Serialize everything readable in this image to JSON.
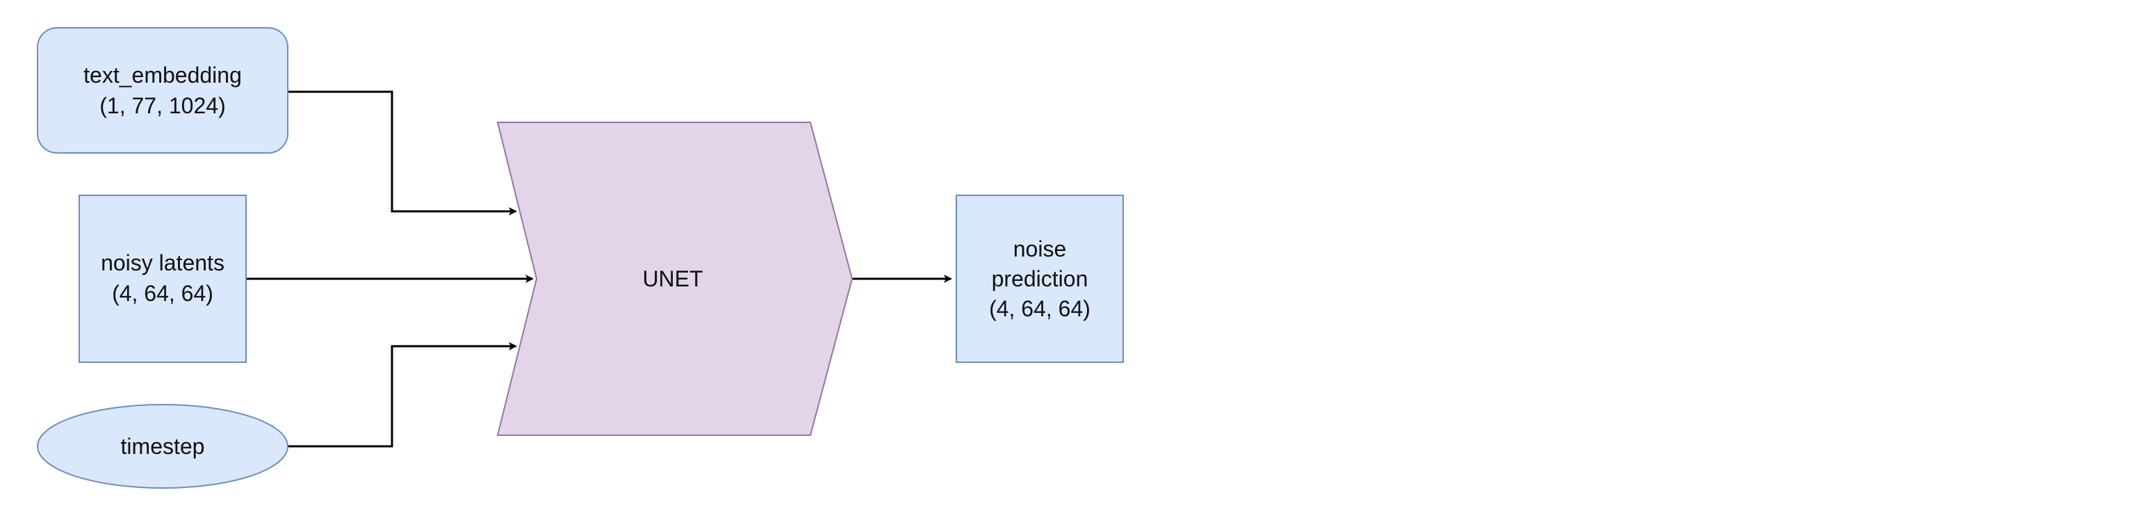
{
  "diagram": {
    "nodes": {
      "text_embedding": {
        "name": "text_embedding",
        "shape": "(1, 77, 1024)"
      },
      "noisy_latents": {
        "name": "noisy latents",
        "shape": "(4, 64, 64)"
      },
      "timestep": {
        "label": "timestep"
      },
      "unet": {
        "label": "UNET"
      },
      "noise_prediction": {
        "line1": "noise",
        "line2": "prediction",
        "shape": "(4, 64, 64)"
      }
    },
    "edges": [
      {
        "from": "text_embedding",
        "to": "unet"
      },
      {
        "from": "noisy_latents",
        "to": "unet"
      },
      {
        "from": "timestep",
        "to": "unet"
      },
      {
        "from": "unet",
        "to": "noise_prediction"
      }
    ],
    "colors": {
      "input_fill": "#dae8fc",
      "input_stroke": "#6c8ebf",
      "unet_fill": "#e1d5e7",
      "unet_stroke": "#9673a6",
      "edge": "#000000"
    }
  }
}
